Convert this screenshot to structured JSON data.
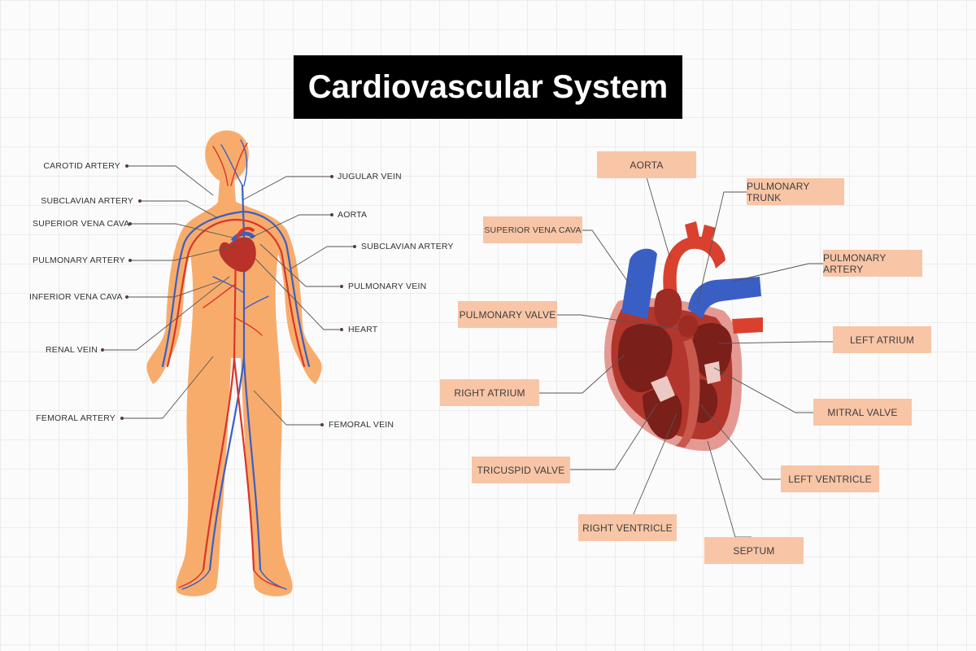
{
  "title": "Cardiovascular System",
  "colors": {
    "skin": "#f8ac6b",
    "artery": "#d9352b",
    "vein": "#3a5fc4",
    "label_box": "#f8c5a6",
    "leader": "#555555"
  },
  "body_labels": {
    "left": [
      "CAROTID ARTERY",
      "SUBCLAVIAN ARTERY",
      "SUPERIOR VENA CAVA",
      "PULMONARY ARTERY",
      "INFERIOR VENA CAVA",
      "RENAL VEIN",
      "FEMORAL ARTERY"
    ],
    "right": [
      "JUGULAR VEIN",
      "AORTA",
      "SUBCLAVIAN ARTERY",
      "PULMONARY VEIN",
      "HEART",
      "FEMORAL VEIN"
    ]
  },
  "heart_labels": {
    "left": [
      "SUPERIOR VENA CAVA",
      "PULMONARY VALVE",
      "RIGHT ATRIUM",
      "TRICUSPID VALVE",
      "RIGHT VENTRICLE"
    ],
    "top": [
      "AORTA",
      "PULMONARY TRUNK"
    ],
    "right": [
      "PULMONARY ARTERY",
      "LEFT ATRIUM",
      "MITRAL VALVE",
      "LEFT VENTRICLE",
      "SEPTUM"
    ]
  }
}
